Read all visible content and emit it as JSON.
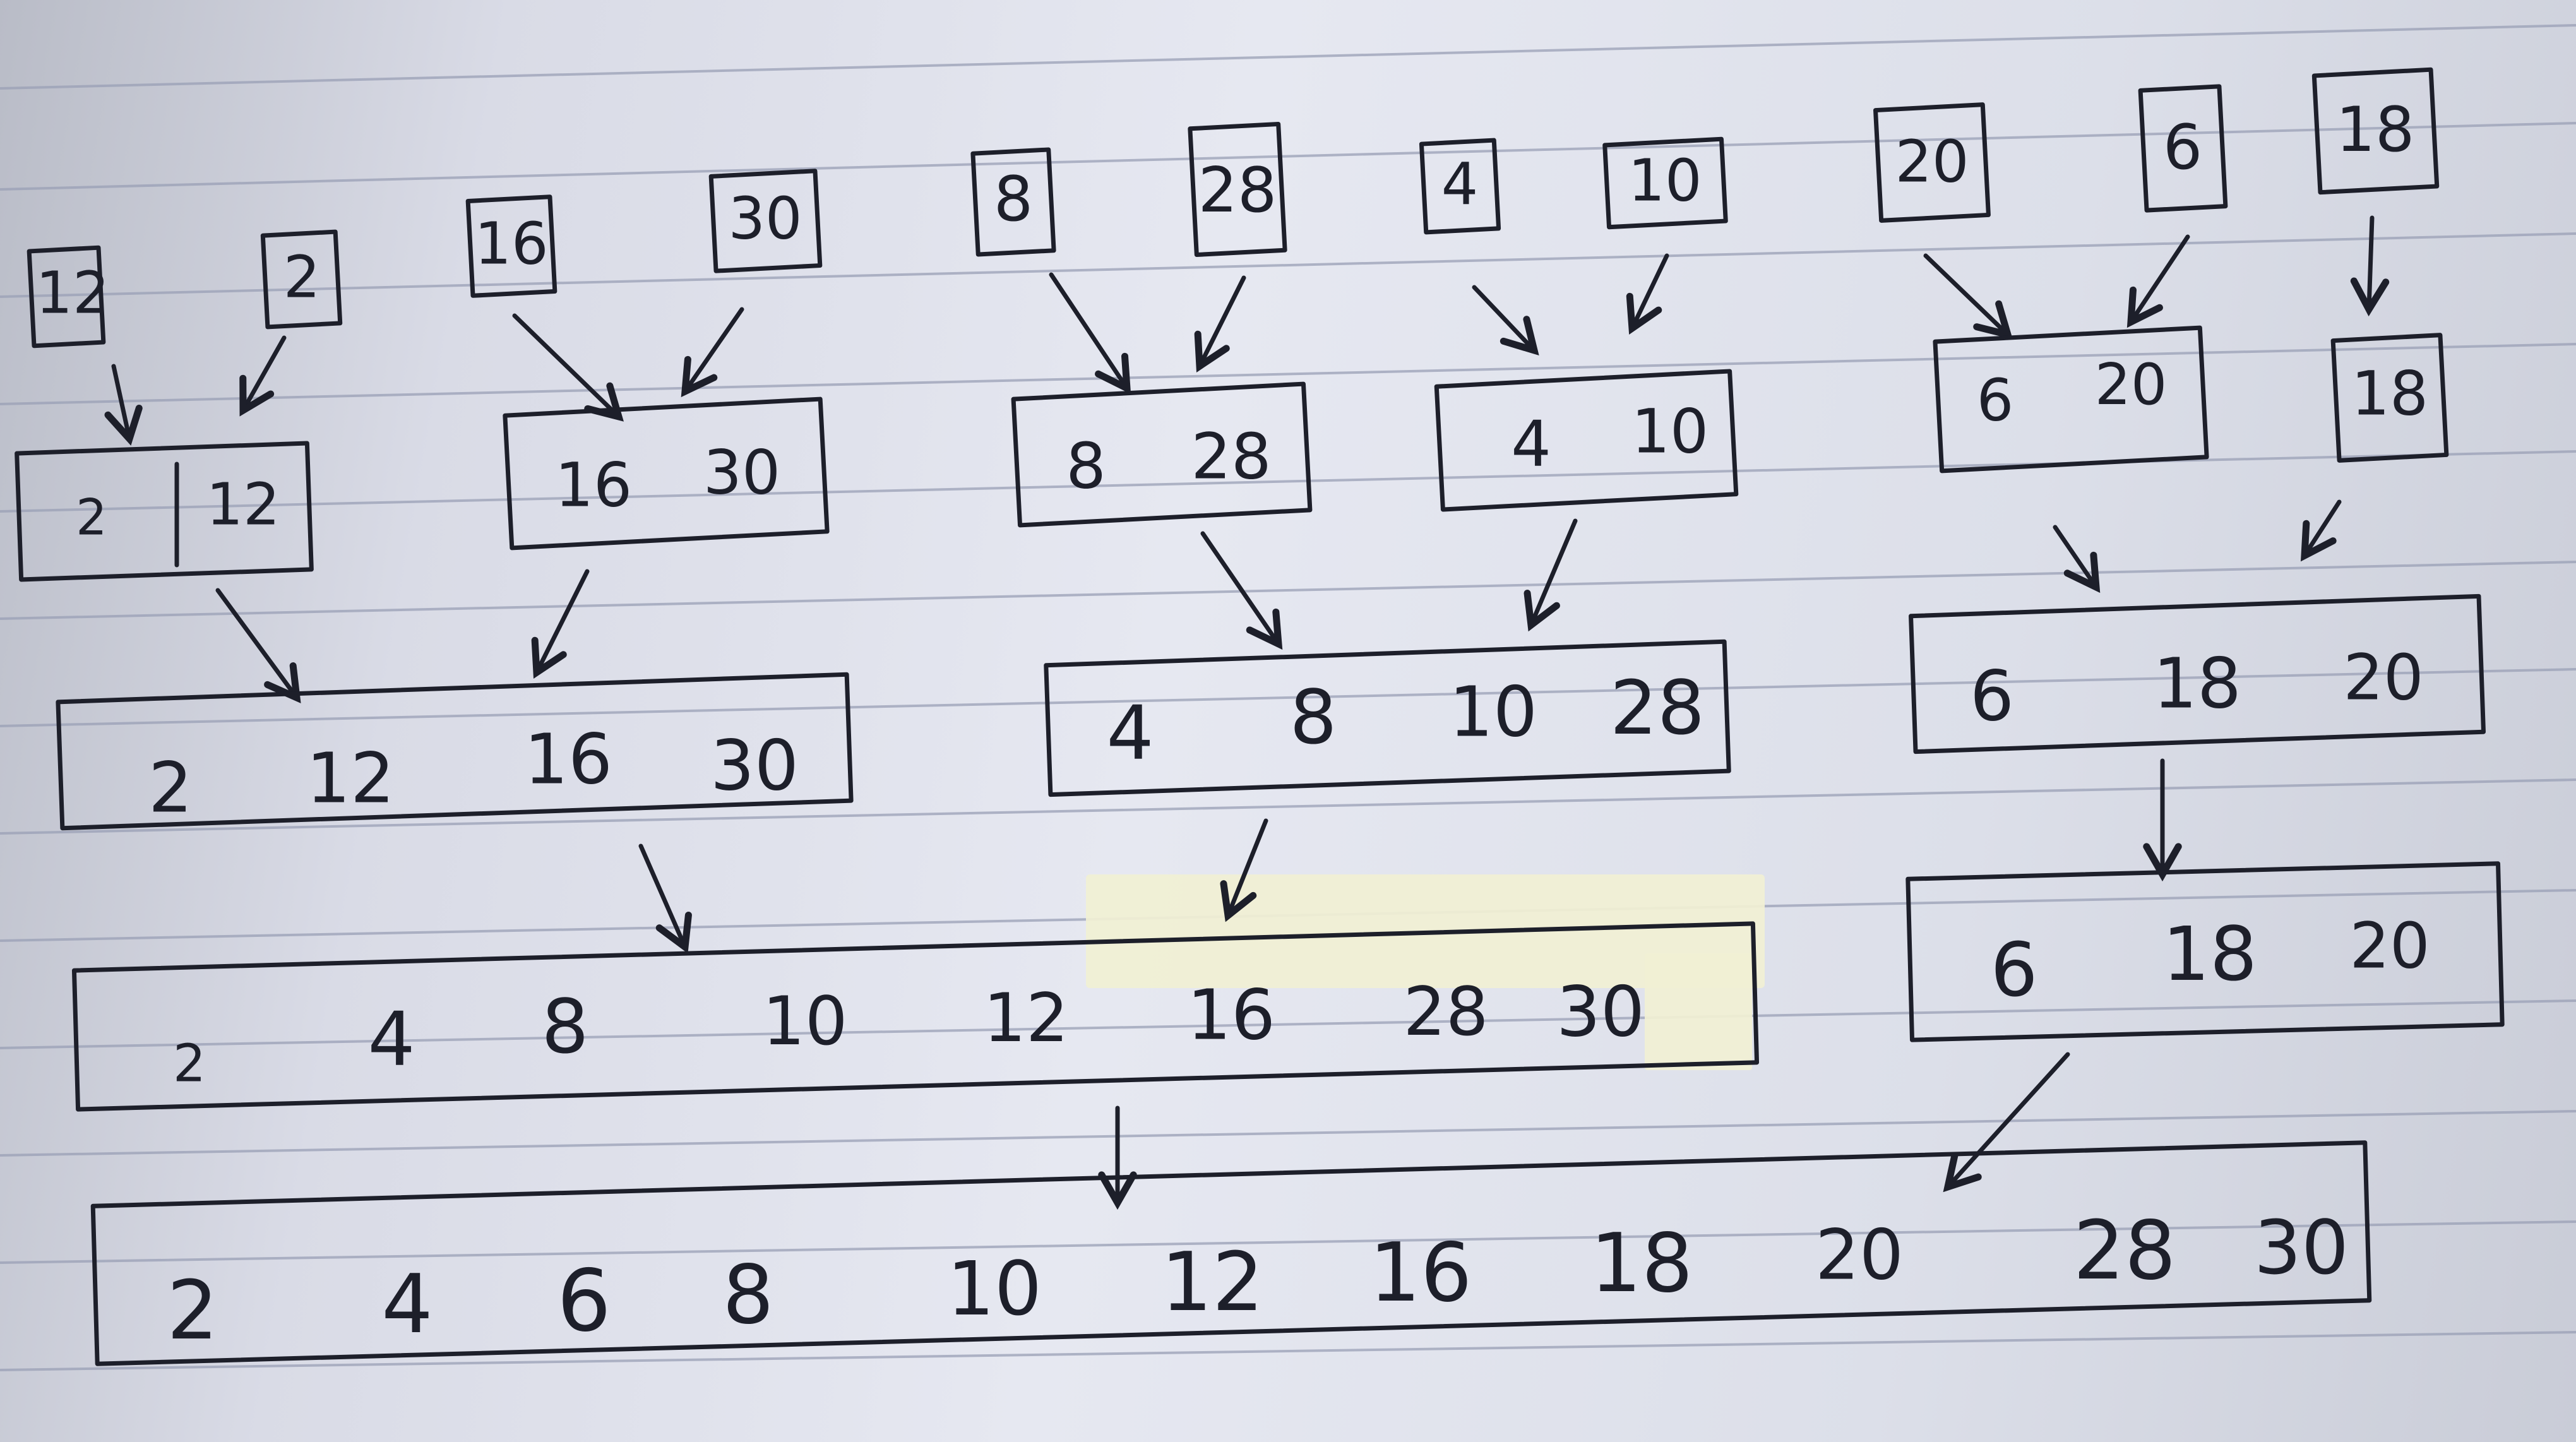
{
  "notebook": {
    "row0": [
      "12",
      "2",
      "16",
      "30",
      "8",
      "28",
      "4",
      "10",
      "20",
      "6",
      "18"
    ],
    "row1": [
      [
        "2",
        "12"
      ],
      [
        "16",
        "30"
      ],
      [
        "8",
        "28"
      ],
      [
        "4",
        "10"
      ],
      [
        "6",
        "20"
      ],
      [
        "18"
      ]
    ],
    "row2": [
      [
        "2",
        "12",
        "16",
        "30"
      ],
      [
        "4",
        "8",
        "10",
        "28"
      ],
      [
        "6",
        "18",
        "20"
      ]
    ],
    "row3": [
      [
        "2",
        "4",
        "8",
        "10",
        "12",
        "16",
        "28",
        "30"
      ],
      [
        "6",
        "18",
        "20"
      ]
    ],
    "row4": [
      "2",
      "4",
      "6",
      "8",
      "10",
      "12",
      "16",
      "18",
      "20",
      "28",
      "30"
    ]
  },
  "colors": {
    "ink": "#1d1f2a",
    "paper": "#e3e5ee",
    "rule": "#9aa0b6",
    "tape": "#f1f0d4"
  }
}
